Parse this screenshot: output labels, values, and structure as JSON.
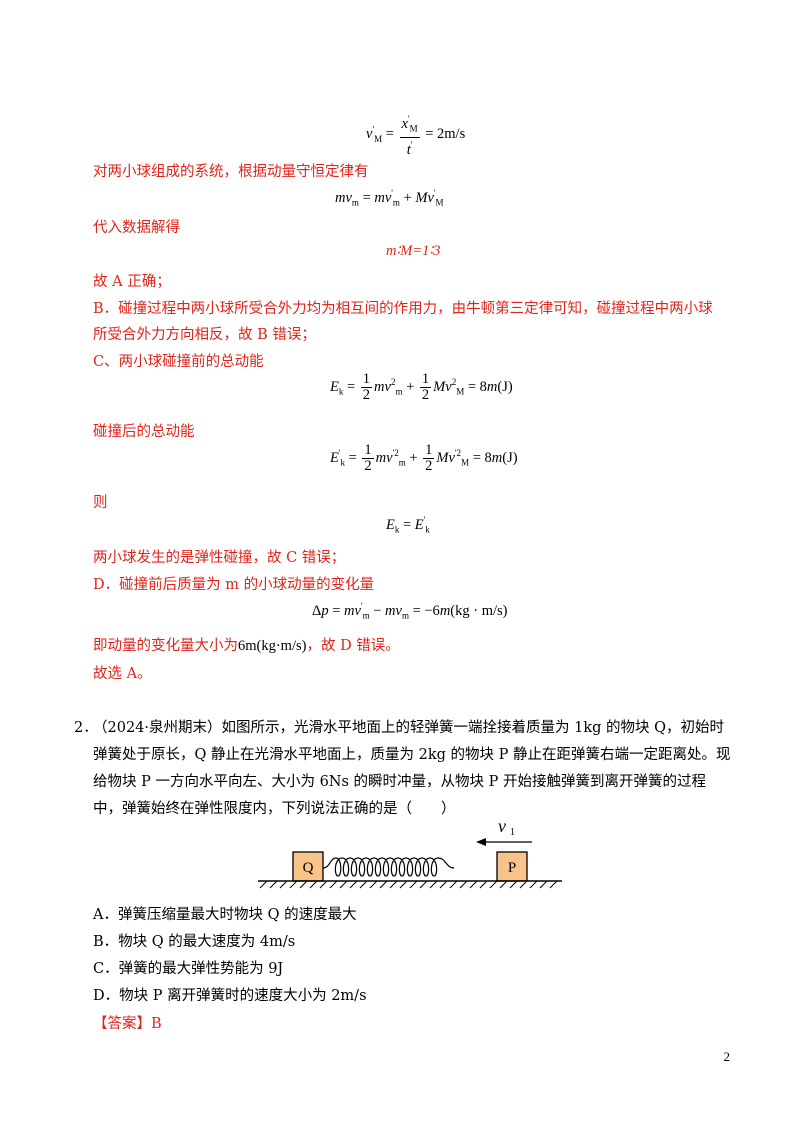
{
  "solution": {
    "eq_vM_prime": "v′M = x′M / t′ = 2m/s",
    "momentum_intro": "对两小球组成的系统，根据动量守恒定律有",
    "eq_momentum": "mvm = mv′m + Mv′M",
    "substitute": "代入数据解得",
    "eq_ratio": "m∶M=1∶3",
    "a_correct": "故 A 正确；",
    "b_text_1": "B．碰撞过程中两小球所受合外力均为相互间的作用力，由牛顿第三定律可知，碰撞过程中两小球",
    "b_text_2": "所受合外力方向相反，故 B 错误；",
    "c_text": "C、两小球碰撞前的总动能",
    "eq_ek_before": "Ek = ½mv²m + ½Mv²M = 8m(J)",
    "after_text": "碰撞后的总动能",
    "eq_ek_after": "E′k = ½mv′²m + ½Mv′²M = 8m(J)",
    "then_text": "则",
    "eq_ek_equal": "Ek = E′k",
    "c_conclusion": "两小球发生的是弹性碰撞，故 C 错误；",
    "d_text": "D．碰撞前后质量为 m 的小球动量的变化量",
    "eq_dp": "Δp = mv′m − mvm = −6m(kg·m/s)",
    "d_conclusion_a": "即动量的变化量大小为",
    "d_conclusion_value": "6m(kg·m/s)",
    "d_conclusion_b": "，故 D 错误。",
    "choose": "故选 A。"
  },
  "question2": {
    "number": "2．",
    "line1": "（2024·泉州期末）如图所示，光滑水平地面上的轻弹簧一端拴接着质量为 1kg 的物块 Q，初始时",
    "line2": "弹簧处于原长，Q 静止在光滑水平地面上，质量为 2kg 的物块 P 静止在距弹簧右端一定距离处。现",
    "line3": "给物块 P 一方向水平向左、大小为 6Ns 的瞬时冲量，从物块 P 开始接触弹簧到离开弹簧的过程",
    "line4": "中，弹簧始终在弹性限度内，下列说法正确的是（　　）",
    "figure": {
      "block_q": "Q",
      "block_p": "P",
      "velocity_label": "v",
      "velocity_sub": "1"
    },
    "options": [
      "A．弹簧压缩量最大时物块 Q 的速度最大",
      "B．物块 Q 的最大速度为 4m/s",
      "C．弹簧的最大弹性势能为 9J",
      "D．物块 P 离开弹簧时的速度大小为 2m/s"
    ],
    "answer_label": "【答案】",
    "answer_value": "B"
  },
  "page_number": "2"
}
